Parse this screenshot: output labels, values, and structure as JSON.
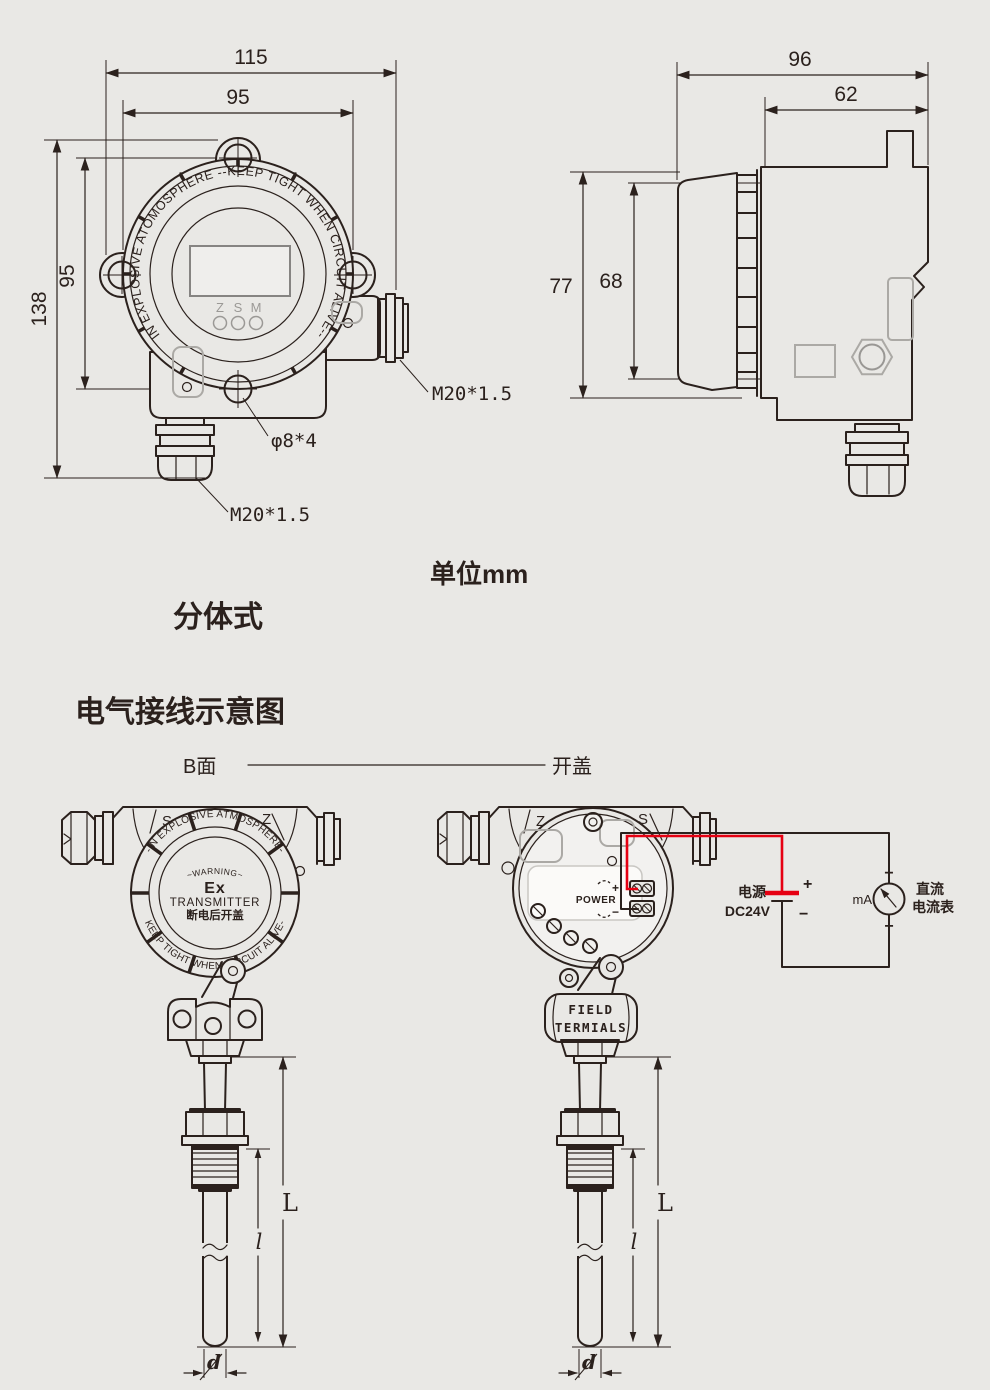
{
  "title_labels": {
    "unit": "单位mm",
    "type": "分体式",
    "section": "电气接线示意图"
  },
  "front_view": {
    "dim_width_total": "115",
    "dim_width_holes": "95",
    "dim_height_total": "138",
    "dim_height_holes": "95",
    "ring_text": "IN EXPLOSIVE ATOMOSPHERE --KEEP TIGHT WHEN CIRCUIT ALIVE--",
    "button_z": "Z",
    "button_s": "S",
    "button_m": "M",
    "label_side_gland": "M20*1.5",
    "label_mount_holes": "φ8*4",
    "label_bottom_gland": "M20*1.5"
  },
  "side_view": {
    "dim_depth_total": "96",
    "dim_depth_body": "62",
    "dim_height_total": "77",
    "dim_height_body": "68"
  },
  "wiring_section": {
    "left_view_label": "B面",
    "right_view_label": "开盖",
    "b_face": {
      "mark_s": "S",
      "mark_z": "Z",
      "ring_text_top": "-IN EXPLOSIVE ATMOSPHERE-",
      "ring_text_bottom": "KEEP TIGHT WHEN CIRCUIT ALIVE-",
      "warning": "~WARNING~",
      "line_ex": "Ex",
      "line_transmitter": "TRANSMITTER",
      "line_note": "断电后开盖"
    },
    "open_face": {
      "mark_z": "Z",
      "mark_s": "S",
      "power": "POWER",
      "power_plus": "+",
      "power_minus": "−",
      "terminals_line1": "FIELD",
      "terminals_line2": "TERMIALS"
    },
    "circuit": {
      "supply_name": "电源",
      "supply_value": "DC24V",
      "supply_plus": "+",
      "supply_minus": "−",
      "meter_unit": "mA",
      "meter_minus": "−",
      "meter_plus": "+",
      "meter_name_line1": "直流",
      "meter_name_line2": "电流表"
    },
    "probe_dims": {
      "length_total": "L",
      "length_insert": "l",
      "diameter": "d"
    }
  },
  "colors": {
    "background": "#e9e8e5",
    "line": "#2b211d",
    "wire_red": "#e60012",
    "detail_gray": "#aba9a5"
  }
}
